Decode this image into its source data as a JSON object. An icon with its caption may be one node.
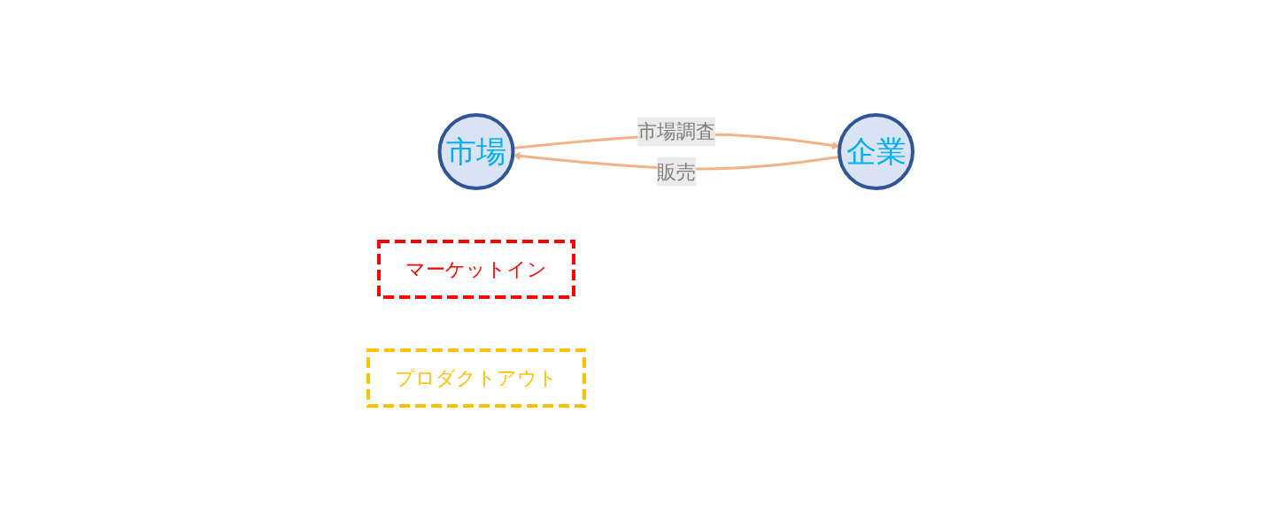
{
  "diagram": {
    "nodes": [
      {
        "text": [
          "市場"
        ]
      },
      {
        "text": [
          "マーケットイン"
        ]
      },
      {
        "text": [
          "プロダクトアウト"
        ]
      },
      {
        "text": [
          "企業"
        ]
      }
    ],
    "edges": [
      {
        "from": 0,
        "to": 3,
        "arrow": "to",
        "label": "市場調査"
      },
      {
        "from": 3,
        "to": 0,
        "arrow": "to",
        "label": "販売"
      }
    ]
  }
}
